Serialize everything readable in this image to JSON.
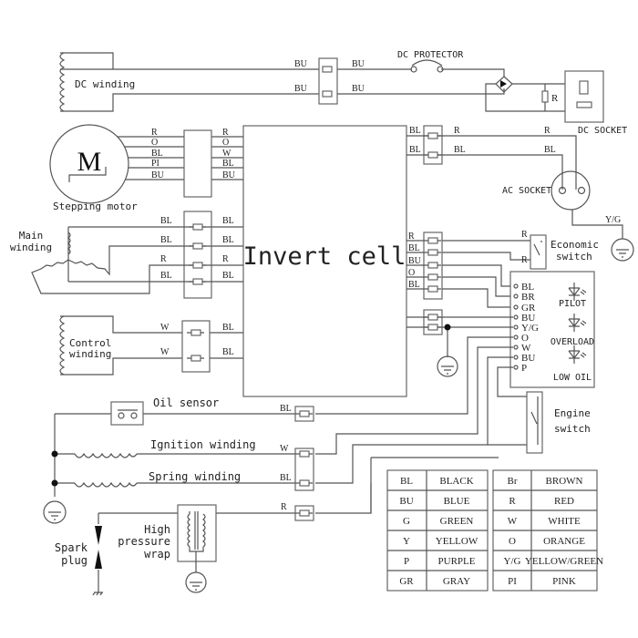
{
  "title": "Invert cell",
  "components": {
    "dc_winding": "DC winding",
    "dc_protector": "DC PROTECTOR",
    "dc_socket": "DC SOCKET",
    "resistor": "R",
    "ac_socket": "AC SOCKET",
    "ground_wire": "Y/G",
    "motor_letter": "M",
    "stepping_motor": "Stepping motor",
    "main_winding": [
      "Main",
      "winding"
    ],
    "control_winding": [
      "Control",
      "winding"
    ],
    "economic_switch": [
      "Economic",
      "switch"
    ],
    "engine_switch": [
      "Engine",
      "switch"
    ],
    "oil_sensor": "Oil sensor",
    "ignition_winding": "Ignition winding",
    "spring_winding": "Spring winding",
    "spark_plug": [
      "Spark",
      "plug"
    ],
    "high_pressure_wrap": [
      "High",
      "pressure",
      "wrap"
    ]
  },
  "wires": {
    "dc_winding": [
      "BU",
      "BU"
    ],
    "dc_out": [
      "BU",
      "BU"
    ],
    "motor_in": [
      "R",
      "O",
      "BL",
      "PI",
      "BU"
    ],
    "motor_out": [
      "R",
      "O",
      "W",
      "BL",
      "BU"
    ],
    "main_in": [
      "BL",
      "BL",
      "R",
      "BL"
    ],
    "main_out": [
      "BL",
      "BL",
      "R",
      "BL"
    ],
    "control_in": [
      "W",
      "W"
    ],
    "control_out": [
      "BL",
      "BL"
    ],
    "ac_left": [
      "BL",
      "BL"
    ],
    "ac_right": [
      "R",
      "BL"
    ],
    "ac_far": [
      "R",
      "BL"
    ],
    "econ": [
      "R",
      "R"
    ],
    "panel_left": [
      "R",
      "BL",
      "BU",
      "O",
      "BL"
    ],
    "oil": "BL",
    "ignition": "W",
    "spring": "BL",
    "spark": "R"
  },
  "indicator_panel": {
    "pins": [
      "BL",
      "BR",
      "GR",
      "BU",
      "Y/G",
      "O",
      "W",
      "BU",
      "P"
    ],
    "lamps": [
      "PILOT",
      "OVERLOAD",
      "LOW OIL"
    ]
  },
  "legend": [
    {
      "code": "BL",
      "color": "BLACK",
      "code2": "Br",
      "color2": "BROWN"
    },
    {
      "code": "BU",
      "color": "BLUE",
      "code2": "R",
      "color2": "RED"
    },
    {
      "code": "G",
      "color": "GREEN",
      "code2": "W",
      "color2": "WHITE"
    },
    {
      "code": "Y",
      "color": "YELLOW",
      "code2": "O",
      "color2": "ORANGE"
    },
    {
      "code": "P",
      "color": "PURPLE",
      "code2": "Y/G",
      "color2": "YELLOW/GREEN"
    },
    {
      "code": "GR",
      "color": "GRAY",
      "code2": "PI",
      "color2": "PINK"
    }
  ]
}
